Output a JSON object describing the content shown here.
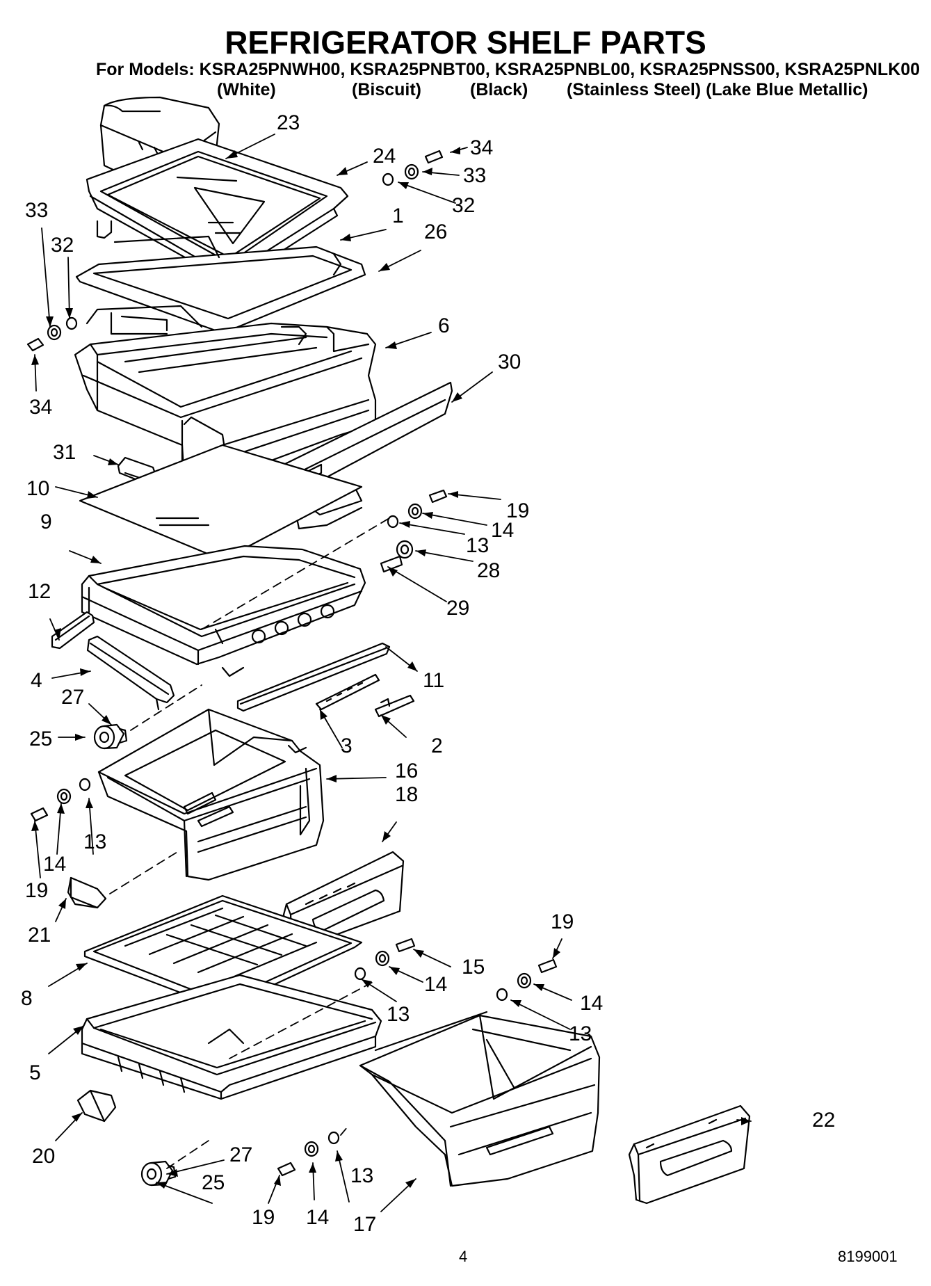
{
  "header": {
    "title": "REFRIGERATOR SHELF PARTS",
    "models_line": "For Models: KSRA25PNWH00, KSRA25PNBT00, KSRA25PNBL00, KSRA25PNSS00, KSRA25PNLK00",
    "variants": [
      "(White)",
      "(Biscuit)",
      "(Black)",
      "(Stainless Steel) (Lake Blue Metallic)"
    ]
  },
  "callouts": [
    "23",
    "24",
    "34",
    "33",
    "32",
    "1",
    "26",
    "33",
    "32",
    "34",
    "6",
    "30",
    "31",
    "10",
    "19",
    "14",
    "13",
    "28",
    "9",
    "29",
    "12",
    "11",
    "4",
    "27",
    "25",
    "3",
    "2",
    "16",
    "18",
    "14",
    "13",
    "19",
    "21",
    "8",
    "19",
    "15",
    "14",
    "14",
    "13",
    "13",
    "5",
    "22",
    "20",
    "27",
    "25",
    "19",
    "14",
    "13",
    "17"
  ],
  "footer": {
    "page_number": "4",
    "doc_number": "8199001"
  }
}
